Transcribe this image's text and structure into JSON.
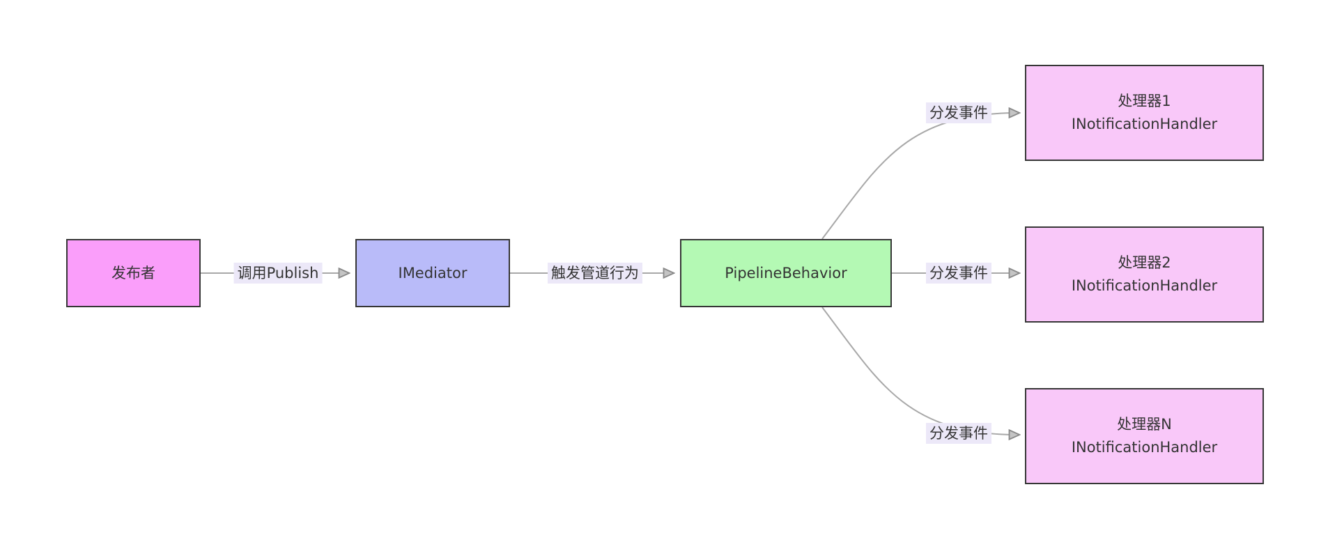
{
  "diagram": {
    "type": "flowchart",
    "direction": "left-to-right",
    "background": "#ffffff",
    "nodes": [
      {
        "id": "publisher",
        "label": "发布者",
        "fill": "#fa9efa",
        "border": "#363636"
      },
      {
        "id": "imediator",
        "label": "IMediator",
        "fill": "#b9bbf9",
        "border": "#363636"
      },
      {
        "id": "pipeline",
        "label": "PipelineBehavior",
        "fill": "#b4f9b4",
        "border": "#363636"
      },
      {
        "id": "handler1",
        "title": "处理器1",
        "subtitle": "INotificationHandler",
        "fill": "#f9c8f9",
        "border": "#363636"
      },
      {
        "id": "handler2",
        "title": "处理器2",
        "subtitle": "INotificationHandler",
        "fill": "#f9c8f9",
        "border": "#363636"
      },
      {
        "id": "handlerN",
        "title": "处理器N",
        "subtitle": "INotificationHandler",
        "fill": "#f9c8f9",
        "border": "#363636"
      }
    ],
    "edges": [
      {
        "from": "publisher",
        "to": "imediator",
        "label": "调用Publish"
      },
      {
        "from": "imediator",
        "to": "pipeline",
        "label": "触发管道行为"
      },
      {
        "from": "pipeline",
        "to": "handler1",
        "label": "分发事件"
      },
      {
        "from": "pipeline",
        "to": "handler2",
        "label": "分发事件"
      },
      {
        "from": "pipeline",
        "to": "handlerN",
        "label": "分发事件"
      }
    ],
    "colors": {
      "edge_line": "#a8a8a8",
      "arrowhead_fill": "#c4c4c4",
      "arrowhead_stroke": "#888888",
      "edge_label_bg": "#ece8f8",
      "node_text": "#333333"
    }
  }
}
